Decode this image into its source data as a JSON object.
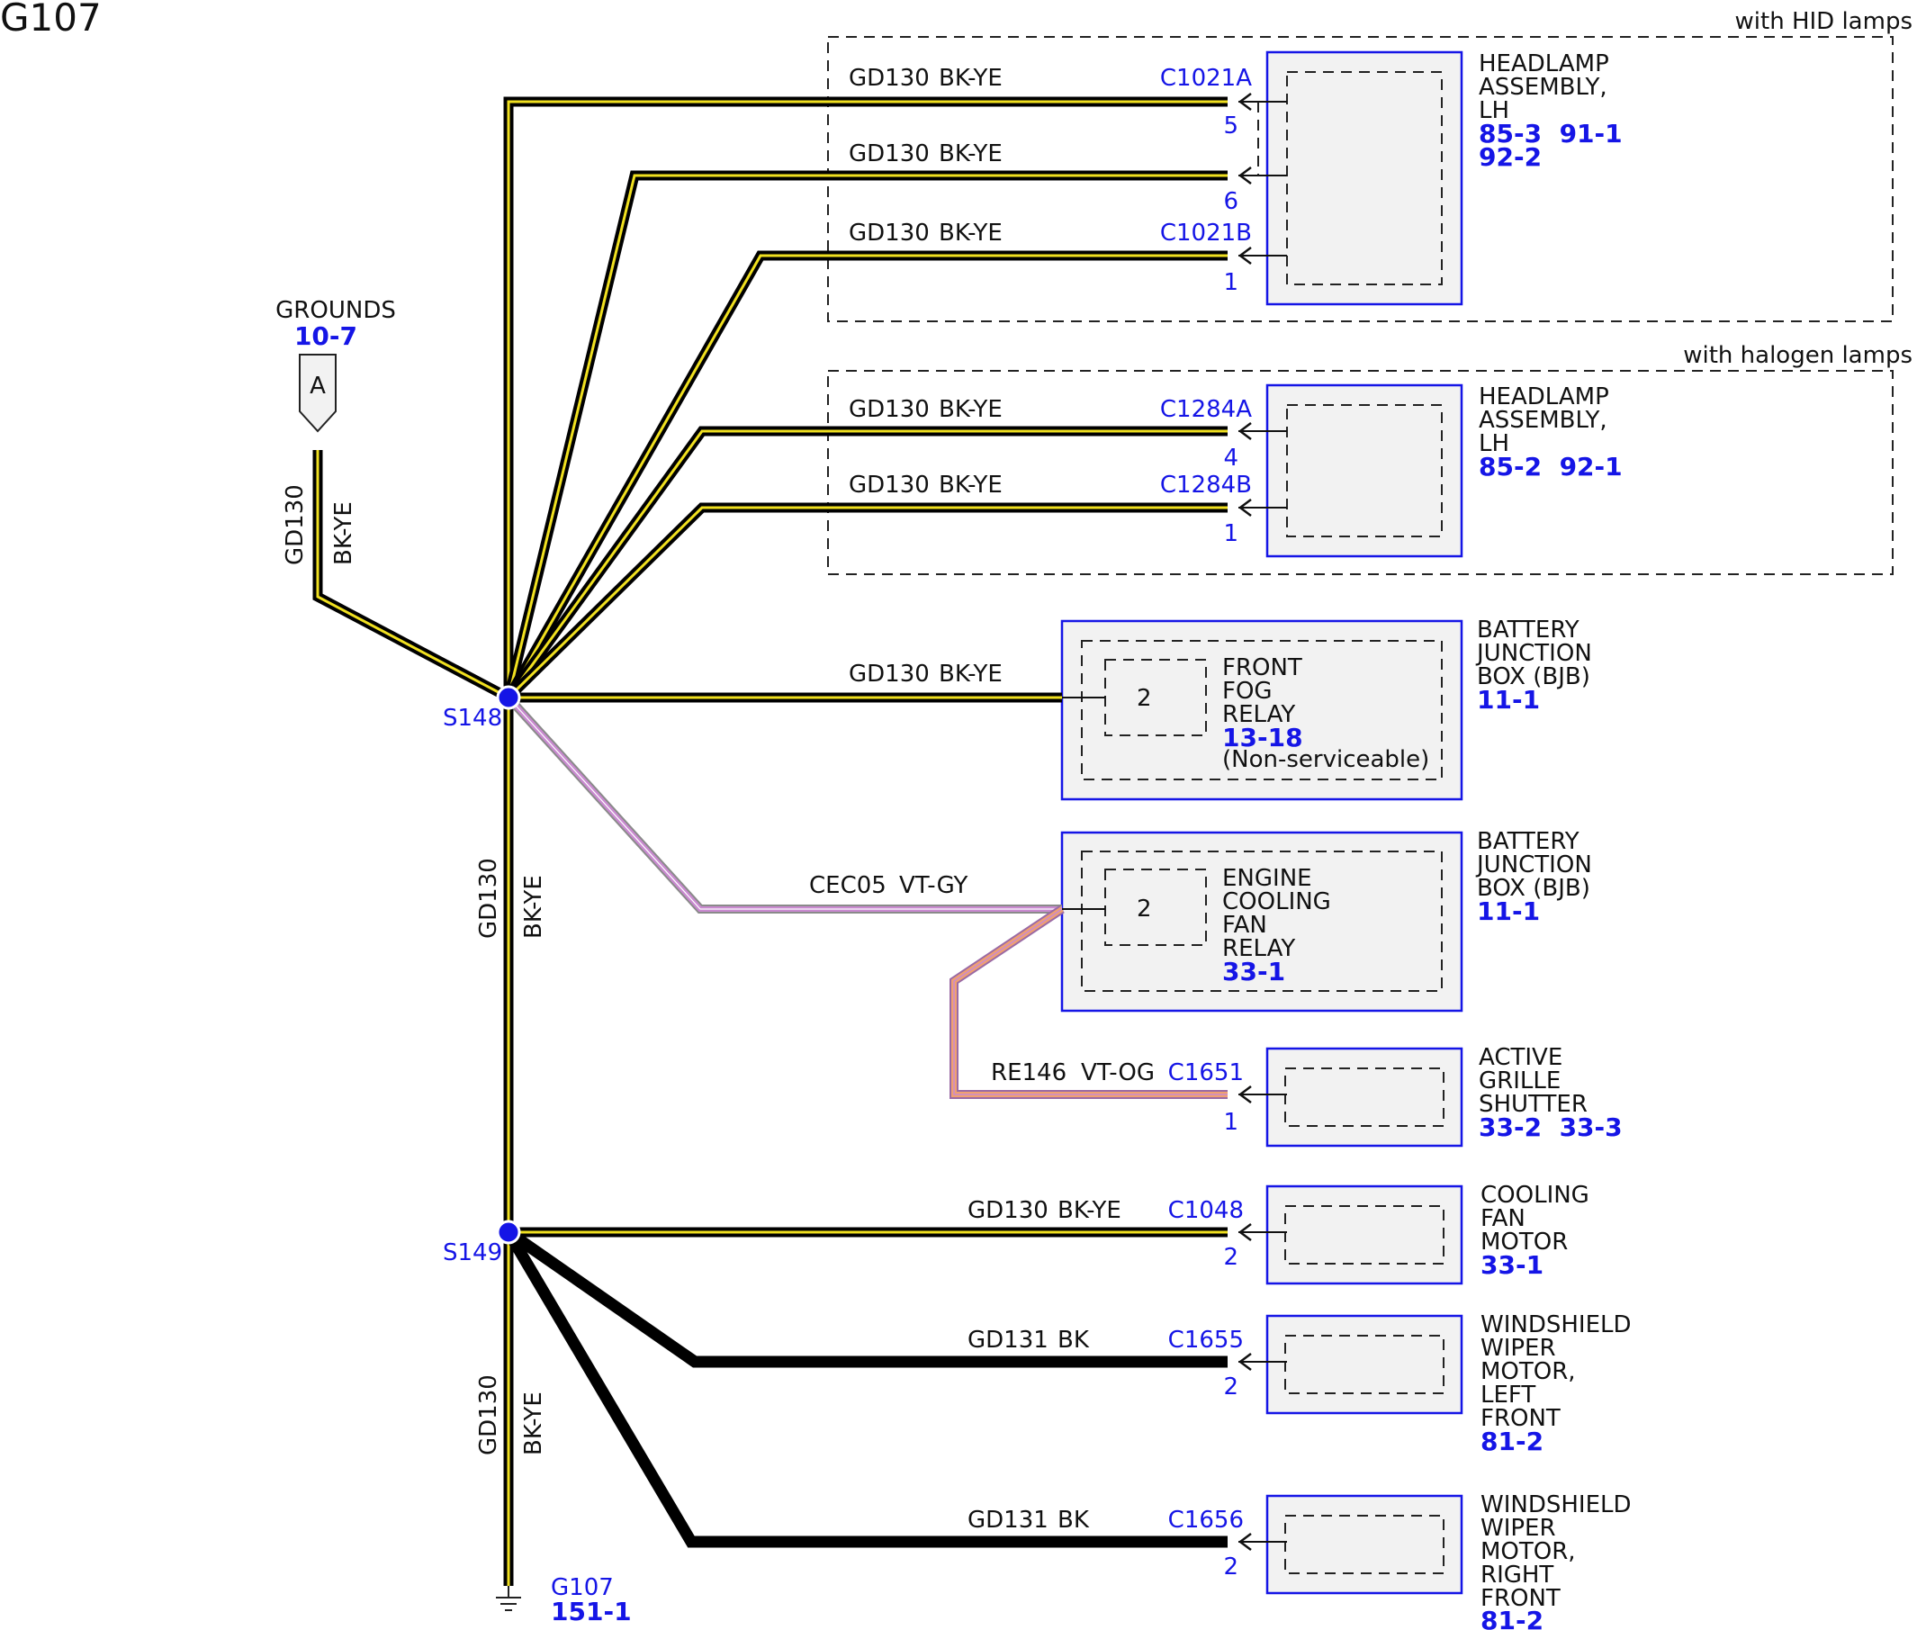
{
  "title": "G107",
  "groups": [
    {
      "note": "with HID lamps"
    },
    {
      "note": "with halogen lamps"
    }
  ],
  "grounds_ref": {
    "label": "GROUNDS",
    "ref": "10-7",
    "pin": "A",
    "circuit": "GD130",
    "color": "BK-YE"
  },
  "splices": {
    "s148": "S148",
    "s149": "S149"
  },
  "trunk": [
    {
      "circuit": "GD130",
      "color": "BK-YE"
    },
    {
      "circuit": "GD130",
      "color": "BK-YE"
    }
  ],
  "ground_point": {
    "name": "G107",
    "ref": "151-1"
  },
  "wires": [
    {
      "circuit": "GD130",
      "color": "BK-YE",
      "connector": "C1021A",
      "pin": "5"
    },
    {
      "circuit": "GD130",
      "color": "BK-YE",
      "connector": "",
      "pin": "6"
    },
    {
      "circuit": "GD130",
      "color": "BK-YE",
      "connector": "C1021B",
      "pin": "1"
    },
    {
      "circuit": "GD130",
      "color": "BK-YE",
      "connector": "C1284A",
      "pin": "4"
    },
    {
      "circuit": "GD130",
      "color": "BK-YE",
      "connector": "C1284B",
      "pin": "1"
    },
    {
      "circuit": "GD130",
      "color": "BK-YE",
      "connector": "",
      "pin": ""
    },
    {
      "circuit": "CEC05",
      "color": "VT-GY",
      "connector": "",
      "pin": ""
    },
    {
      "circuit": "RE146",
      "color": "VT-OG",
      "connector": "C1651",
      "pin": "1"
    },
    {
      "circuit": "GD130",
      "color": "BK-YE",
      "connector": "C1048",
      "pin": "2"
    },
    {
      "circuit": "GD131",
      "color": "BK",
      "connector": "C1655",
      "pin": "2"
    },
    {
      "circuit": "GD131",
      "color": "BK",
      "connector": "C1656",
      "pin": "2"
    }
  ],
  "components": [
    {
      "lines": [
        "HEADLAMP",
        "ASSEMBLY,",
        "LH"
      ],
      "refs": [
        "85-3  91-1",
        "92-2"
      ]
    },
    {
      "lines": [
        "HEADLAMP",
        "ASSEMBLY,",
        "LH"
      ],
      "refs": [
        "85-2  92-1"
      ]
    },
    {
      "lines": [
        "BATTERY",
        "JUNCTION",
        "BOX (BJB)"
      ],
      "refs": [
        "11-1"
      ],
      "inner": {
        "pin": "2",
        "lines": [
          "FRONT",
          "FOG",
          "RELAY"
        ],
        "ref": "13-18",
        "note": "(Non-serviceable)"
      }
    },
    {
      "lines": [
        "BATTERY",
        "JUNCTION",
        "BOX (BJB)"
      ],
      "refs": [
        "11-1"
      ],
      "inner": {
        "pin": "2",
        "lines": [
          "ENGINE",
          "COOLING",
          "FAN",
          "RELAY"
        ],
        "ref": "33-1"
      }
    },
    {
      "lines": [
        "ACTIVE",
        "GRILLE",
        "SHUTTER"
      ],
      "refs": [
        "33-2  33-3"
      ]
    },
    {
      "lines": [
        "COOLING",
        "FAN",
        "MOTOR"
      ],
      "refs": [
        "33-1"
      ]
    },
    {
      "lines": [
        "WINDSHIELD",
        "WIPER",
        "MOTOR,",
        "LEFT",
        "FRONT"
      ],
      "refs": [
        "81-2"
      ]
    },
    {
      "lines": [
        "WINDSHIELD",
        "WIPER",
        "MOTOR,",
        "RIGHT",
        "FRONT"
      ],
      "refs": [
        "81-2"
      ]
    }
  ],
  "wire_colors": {
    "black": "#000000",
    "yellow": "#f0e020",
    "violet": "#c98ad0",
    "grey": "#8a8a8a",
    "orange": "#f0a070",
    "blue": "#1515e6"
  }
}
